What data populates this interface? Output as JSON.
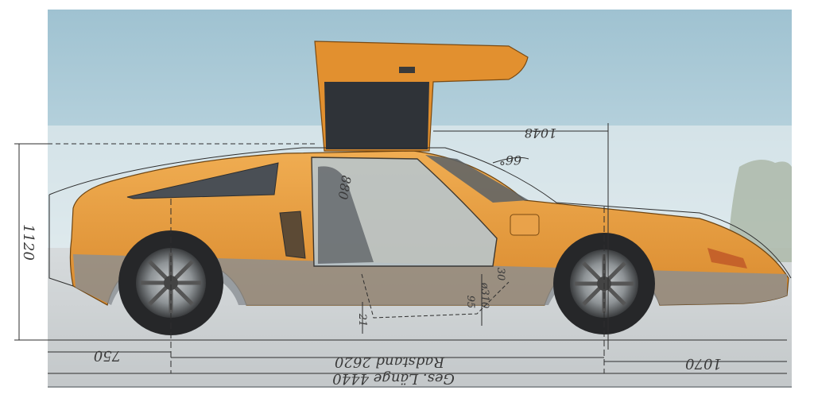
{
  "image": {
    "subject": "orange-gullwing-sports-car",
    "overlay": "technical-blueprint-side-elevation",
    "colors": {
      "sky": "#a9c9d6",
      "sky_pale": "#c4dde6",
      "body_orange": "#e49a3e",
      "body_shadow": "#b86f22",
      "lower_body": "#8a8f94",
      "ground": "#8d9296",
      "blueprint_overlay": "#e7ecee",
      "line": "#2e2e2e",
      "trees": "#5d7351"
    }
  },
  "dimensions": {
    "height": "1120",
    "overhang_front": "750",
    "wheelbase": "Radstand 2620",
    "overall_length": "Ges. Länge 4440",
    "overhang_rear": "1070",
    "roof_length": "1048",
    "windshield_angle": "66°",
    "seat_dim": "880",
    "floor_a": "30",
    "floor_b": "95",
    "floor_c": "ø310",
    "ground_clearance": "21"
  }
}
